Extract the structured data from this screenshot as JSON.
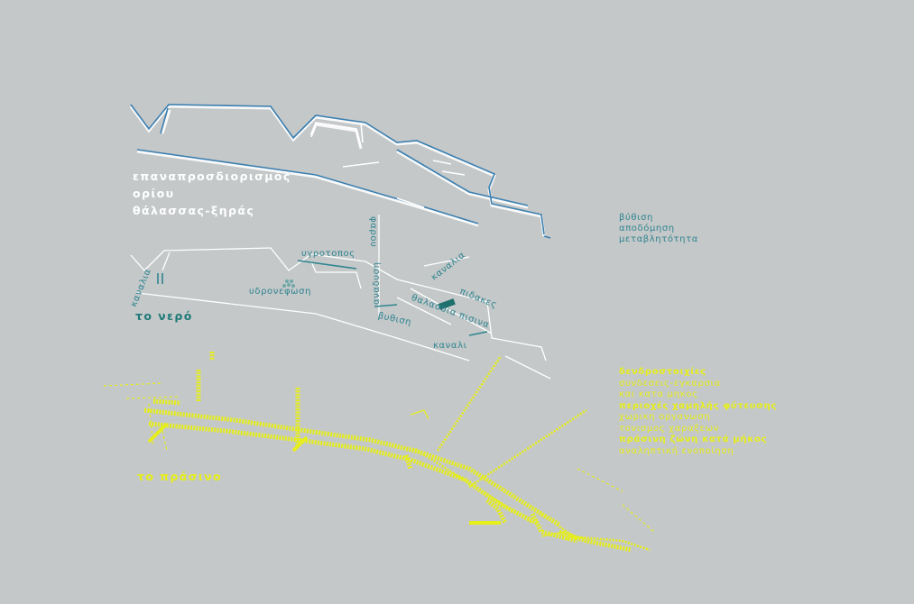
{
  "boundary": {
    "title_lines": [
      "επαναπροσδιορισμός",
      "ορίου",
      "θάλασσας-ξηράς"
    ],
    "notes": [
      "βύθιση",
      "αποδόμηση",
      "μεταβλητότητα"
    ]
  },
  "water": {
    "title": "το νερό",
    "labels": {
      "kanalia_left": "καναλια",
      "ygrotopos": "υγροτοπος",
      "ydronefosi": "υδρονεφωση",
      "anadysi": "αναδυση",
      "varosi": "φαρου",
      "kanalia_right": "καναλια",
      "pidakes": "πιδακες",
      "thalassia_pisina": "θαλασσια πισινα",
      "vythisi": "βυθιση",
      "kanali": "καναλι"
    }
  },
  "green": {
    "title": "το πράσινο",
    "list": [
      {
        "text": "δενδροστοιχίες",
        "bold": true
      },
      {
        "text": "συνδεσεις-εγκαρσια",
        "bold": false
      },
      {
        "text": "και κατα μηκος",
        "bold": false
      },
      {
        "text": "περιοχές χαμηλής φύτευσης",
        "bold": true
      },
      {
        "text": "χωρικη οργανωση",
        "bold": false
      },
      {
        "text": "τονισμος χαραξεων",
        "bold": false
      },
      {
        "text": "πράσινη ζώνη κατά μήκος",
        "bold": true
      },
      {
        "text": "αναληπτική ενοποίηση",
        "bold": false
      }
    ]
  },
  "colors": {
    "background": "#c4c8c9",
    "boundary_line": "#3a7fb0",
    "water_line": "#ffffff",
    "water_accent": "#2f8590",
    "green": "#e6ee1c"
  }
}
